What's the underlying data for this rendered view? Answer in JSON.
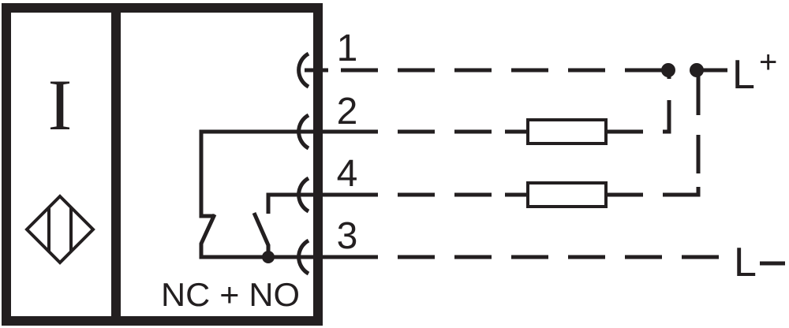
{
  "diagram": {
    "type": "sensor wiring diagram",
    "sensor_symbol": "I",
    "sensor_type_icon": "inductive-sensor-diamond",
    "output_label": "NC + NO",
    "colors": {
      "ink": "#231f20",
      "background": "#ffffff"
    },
    "pins": [
      {
        "number": "1",
        "role": "supply positive"
      },
      {
        "number": "2",
        "role": "NC output"
      },
      {
        "number": "4",
        "role": "NO output"
      },
      {
        "number": "3",
        "role": "supply negative"
      }
    ],
    "loads": [
      {
        "name": "load-pin-2",
        "connected": "pin 2 to L+"
      },
      {
        "name": "load-pin-4",
        "connected": "pin 4 to L+"
      }
    ],
    "rails": {
      "positive": {
        "letter": "L",
        "sign": "+"
      },
      "negative": {
        "letter": "L",
        "sign": "–"
      }
    }
  }
}
